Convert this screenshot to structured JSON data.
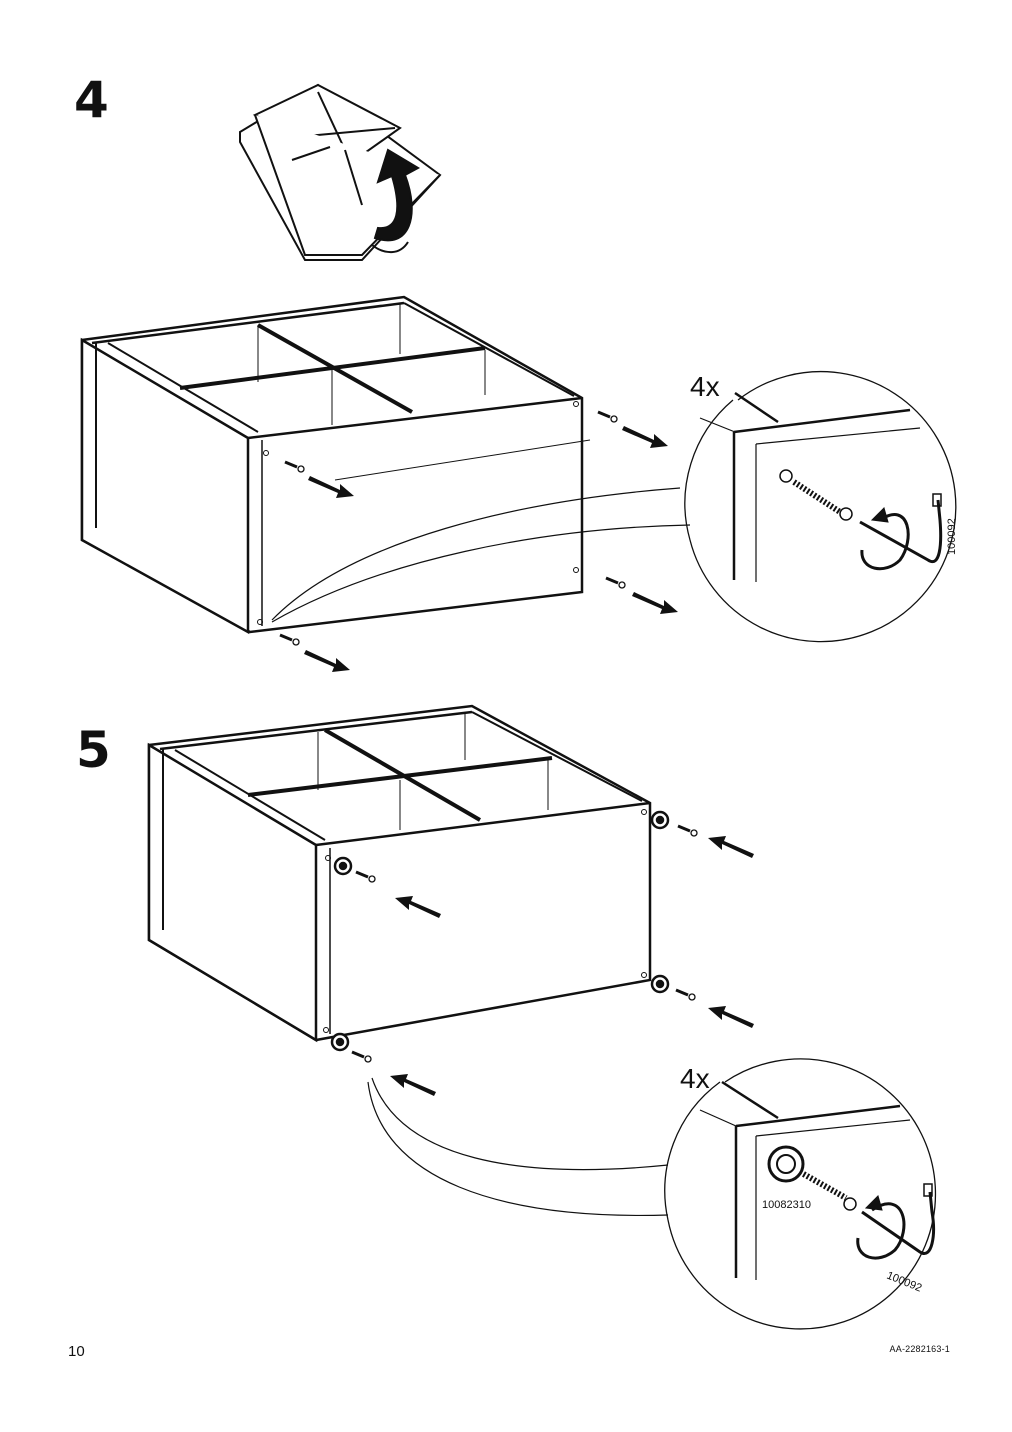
{
  "steps": [
    {
      "number": "4",
      "detail": {
        "quantity": "4x",
        "tool_code": "100092"
      }
    },
    {
      "number": "5",
      "detail": {
        "quantity": "4x",
        "part_code": "10082310",
        "tool_code": "100092"
      }
    }
  ],
  "footer": {
    "page_number": "10",
    "document_code": "AA-2282163-1"
  },
  "icons": {
    "rotate": "rotate-arrow-icon",
    "screw": "screw-icon",
    "insert_arrow": "insert-arrow-icon",
    "allen_key": "allen-key-icon",
    "foot": "foot-glide-icon"
  }
}
